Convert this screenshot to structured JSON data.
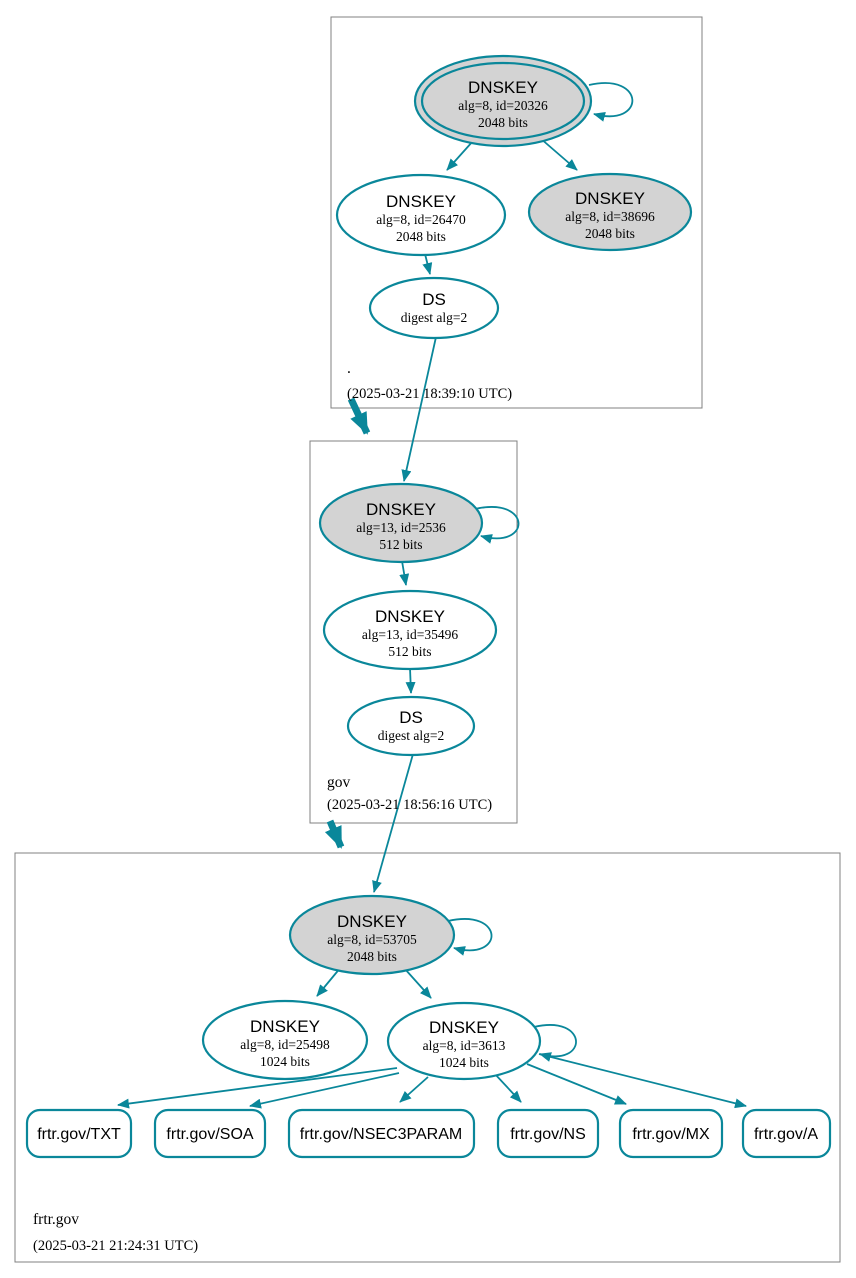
{
  "colors": {
    "edge_secure": "#0a879a",
    "ksk_fill": "#d3d3d3",
    "node_fill": "#ffffff",
    "zone_border": "#808080",
    "text": "#000000"
  },
  "zones": [
    {
      "name": ".",
      "timestamp": "(2025-03-21 18:39:10 UTC)",
      "nodes": {
        "ksk": {
          "title": "DNSKEY",
          "detail1": "alg=8, id=20326",
          "detail2": "2048 bits"
        },
        "zsk": {
          "title": "DNSKEY",
          "detail1": "alg=8, id=26470",
          "detail2": "2048 bits"
        },
        "standby": {
          "title": "DNSKEY",
          "detail1": "alg=8, id=38696",
          "detail2": "2048 bits"
        },
        "ds": {
          "title": "DS",
          "detail1": "digest alg=2"
        }
      }
    },
    {
      "name": "gov",
      "timestamp": "(2025-03-21 18:56:16 UTC)",
      "nodes": {
        "ksk": {
          "title": "DNSKEY",
          "detail1": "alg=13, id=2536",
          "detail2": "512 bits"
        },
        "zsk": {
          "title": "DNSKEY",
          "detail1": "alg=13, id=35496",
          "detail2": "512 bits"
        },
        "ds": {
          "title": "DS",
          "detail1": "digest alg=2"
        }
      }
    },
    {
      "name": "frtr.gov",
      "timestamp": "(2025-03-21 21:24:31 UTC)",
      "nodes": {
        "ksk": {
          "title": "DNSKEY",
          "detail1": "alg=8, id=53705",
          "detail2": "2048 bits"
        },
        "zsk1": {
          "title": "DNSKEY",
          "detail1": "alg=8, id=25498",
          "detail2": "1024 bits"
        },
        "zsk2": {
          "title": "DNSKEY",
          "detail1": "alg=8, id=3613",
          "detail2": "1024 bits"
        }
      },
      "rrsets": [
        "frtr.gov/TXT",
        "frtr.gov/SOA",
        "frtr.gov/NSEC3PARAM",
        "frtr.gov/NS",
        "frtr.gov/MX",
        "frtr.gov/A"
      ]
    }
  ]
}
